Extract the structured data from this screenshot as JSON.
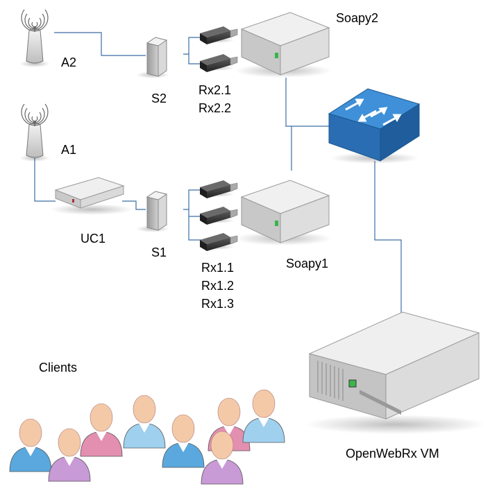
{
  "labels": {
    "a2": "A2",
    "a1": "A1",
    "s2": "S2",
    "s1": "S1",
    "uc1": "UC1",
    "rx2_1": "Rx2.1",
    "rx2_2": "Rx2.2",
    "rx1_1": "Rx1.1",
    "rx1_2": "Rx1.2",
    "rx1_3": "Rx1.3",
    "soapy2": "Soapy2",
    "soapy1": "Soapy1",
    "vm": "OpenWebRx VM",
    "clients": "Clients"
  },
  "icons": {
    "antenna": "antenna-icon",
    "splitter": "splitter-icon",
    "dongle": "usb-dongle-icon",
    "host": "server-box-icon",
    "switch": "network-switch-icon",
    "rack_server": "rack-server-icon",
    "person": "person-icon"
  },
  "colors": {
    "link": "#3a6ea5",
    "switch_top": "#2f80cc",
    "switch_side": "#1c5c9e",
    "host_top": "#e8e8e8",
    "host_side": "#b9b9b9",
    "led_green": "#3bb54a",
    "person_blue": "#5aa8dd",
    "person_pink": "#e38fb0",
    "person_purple": "#c89ad6"
  }
}
